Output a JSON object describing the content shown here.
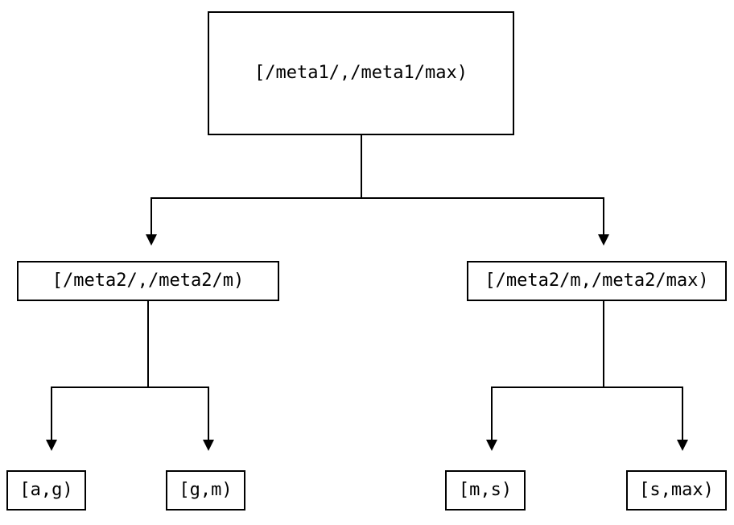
{
  "diagram": {
    "type": "tree",
    "title": "",
    "orientation": "top-down",
    "line_color": "#000000",
    "background_color": "#ffffff",
    "nodes": {
      "root": {
        "label": "[/meta1/,/meta1/max)"
      },
      "mid_left": {
        "label": "[/meta2/,/meta2/m)"
      },
      "mid_right": {
        "label": "[/meta2/m,/meta2/max)"
      },
      "leaf_1": {
        "label": "[a,g)"
      },
      "leaf_2": {
        "label": "[g,m)"
      },
      "leaf_3": {
        "label": "[m,s)"
      },
      "leaf_4": {
        "label": "[s,max)"
      }
    },
    "edges": [
      {
        "from": "root",
        "to": "mid_left"
      },
      {
        "from": "root",
        "to": "mid_right"
      },
      {
        "from": "mid_left",
        "to": "leaf_1"
      },
      {
        "from": "mid_left",
        "to": "leaf_2"
      },
      {
        "from": "mid_right",
        "to": "leaf_3"
      },
      {
        "from": "mid_right",
        "to": "leaf_4"
      }
    ]
  }
}
